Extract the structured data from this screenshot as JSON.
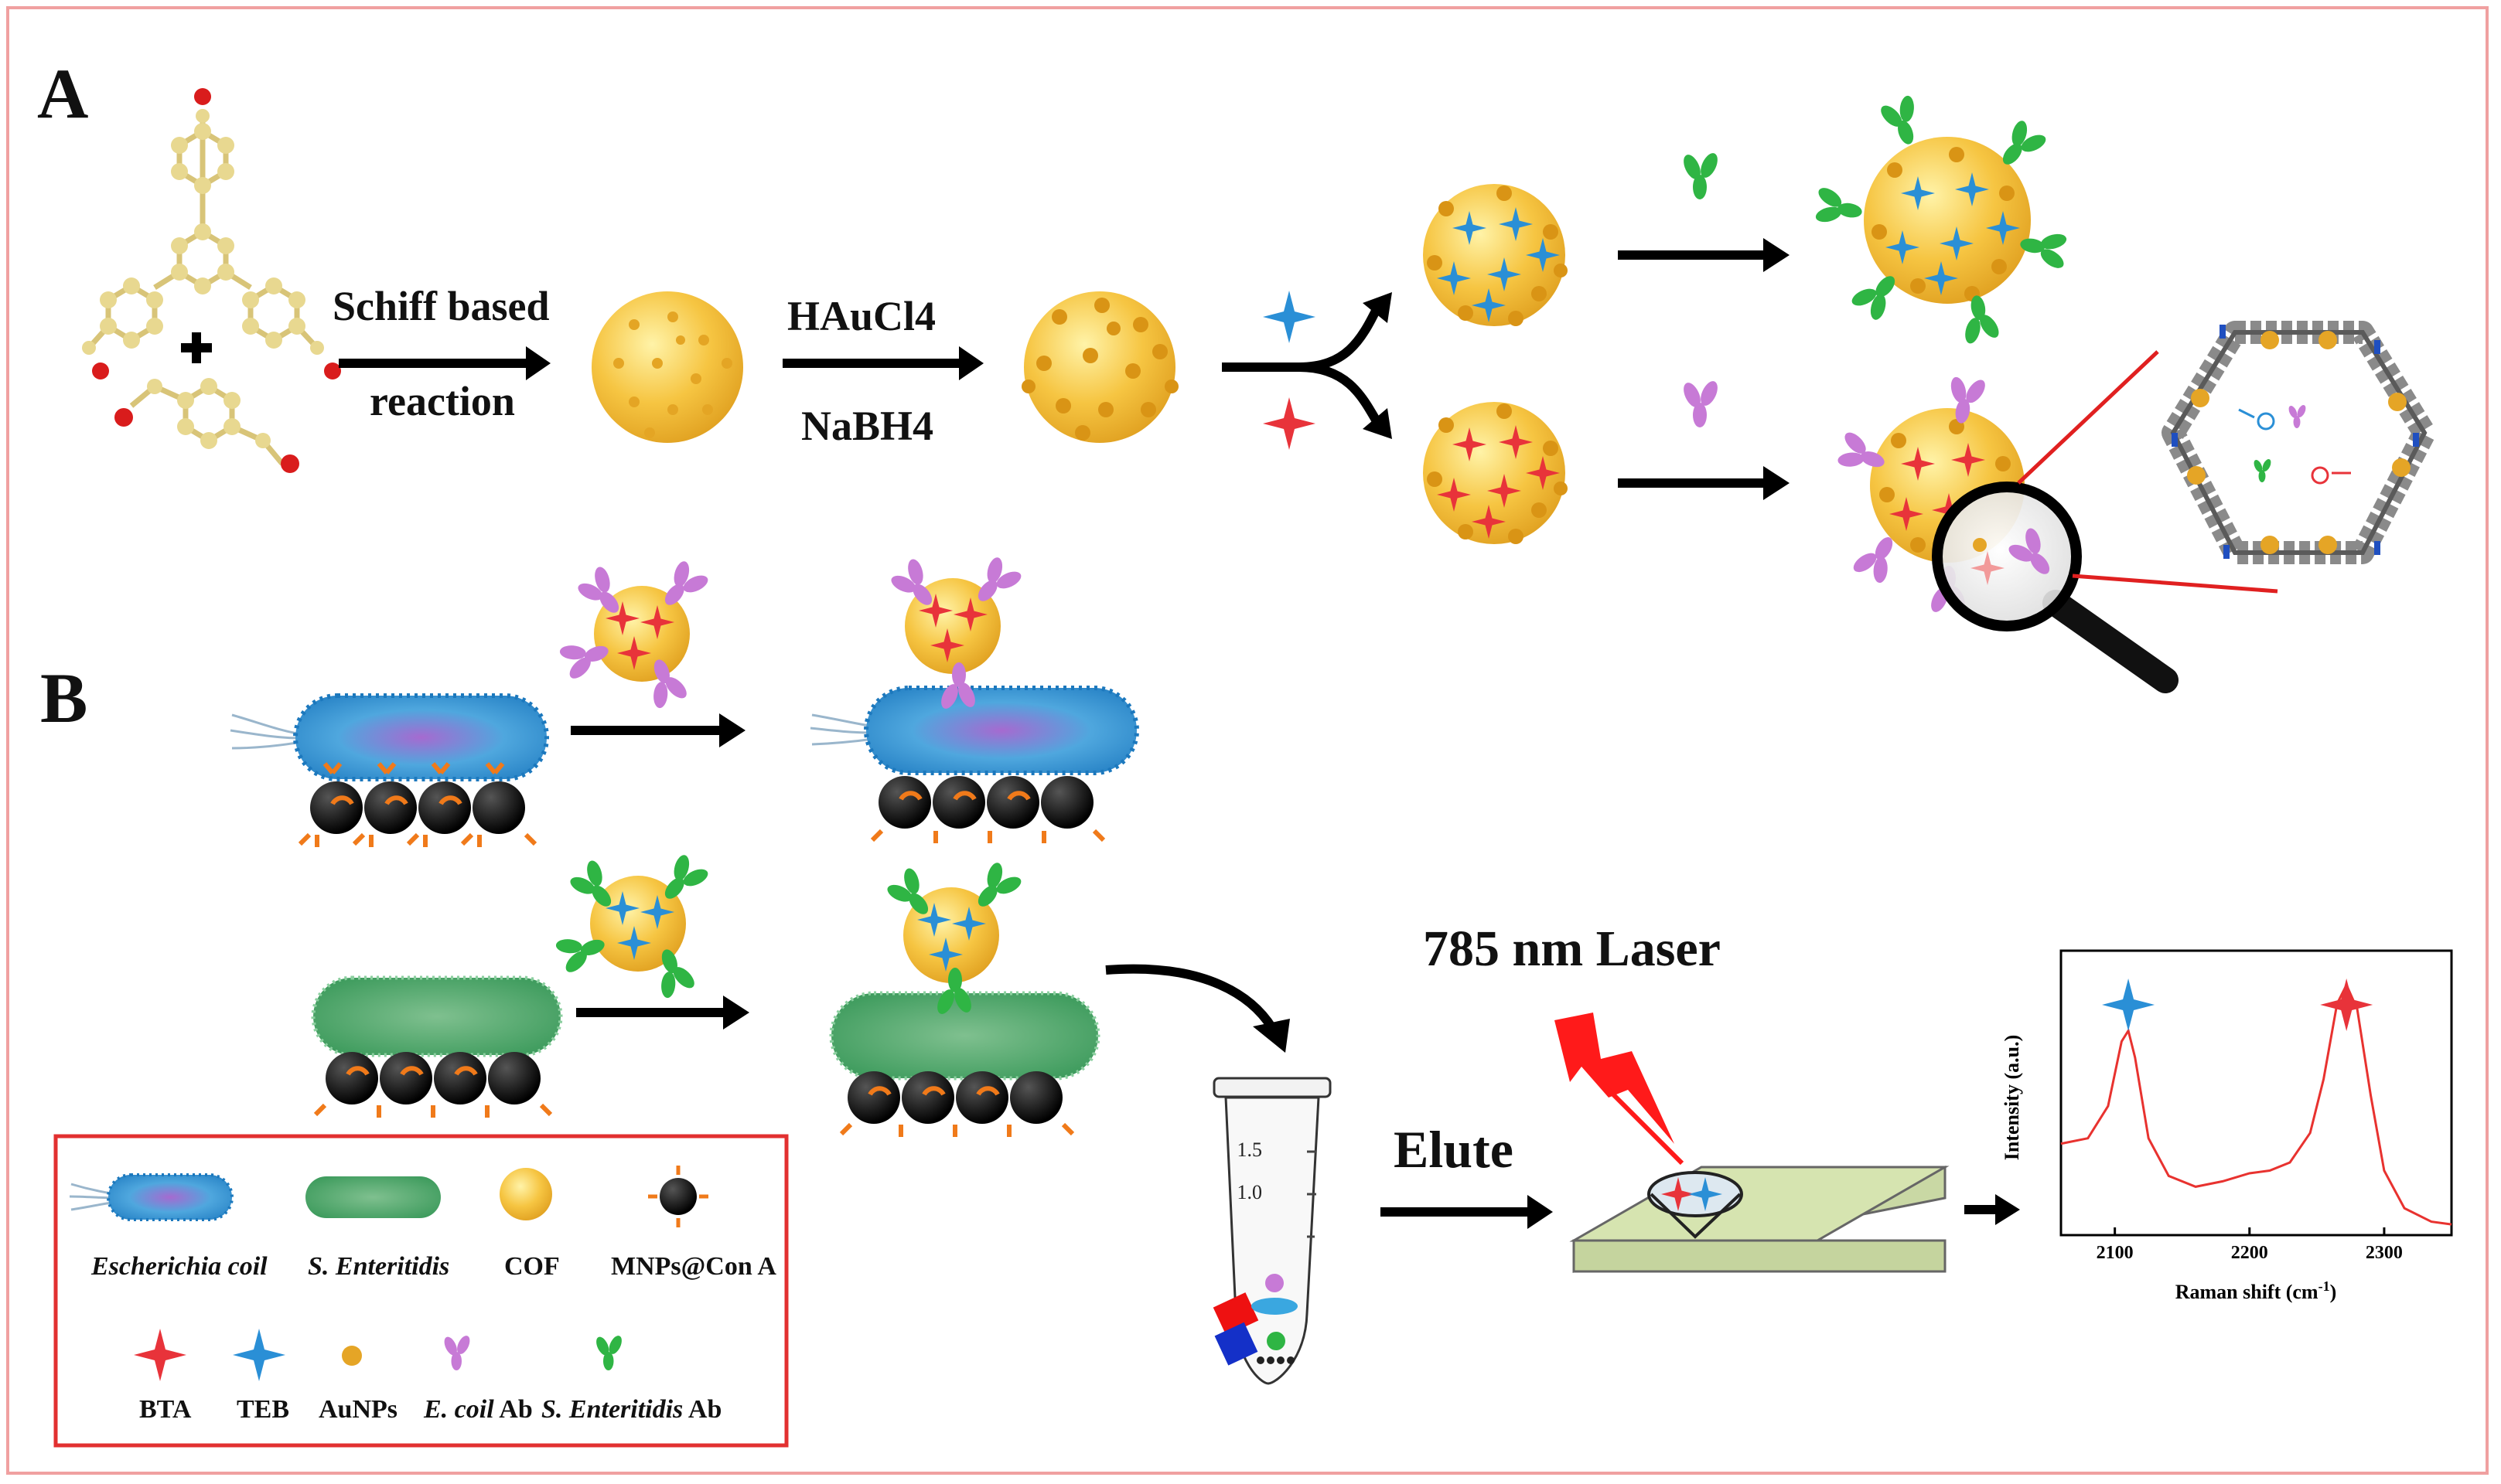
{
  "panels": {
    "a": "A",
    "b": "B"
  },
  "synthesis": {
    "step1_line1": "Schiff based",
    "step1_line2": "reaction",
    "step2_top": "HAuCl4",
    "step2_bottom": "NaBH4"
  },
  "detection": {
    "laser_label": "785 nm Laser",
    "elute_label": "Elute"
  },
  "tube": {
    "mark_1_5": "1.5",
    "mark_1_0": "1.0"
  },
  "spectrum": {
    "ylabel": "Intensity (a.u.)",
    "xlabel": "Raman shift (cm",
    "xlabel_sup": "-1",
    "xlabel_end": ")",
    "ticks": [
      "2100",
      "2200",
      "2300"
    ]
  },
  "chart_data": {
    "type": "line",
    "xlabel": "Raman shift (cm-1)",
    "ylabel": "Intensity (a.u.)",
    "xlim": [
      2060,
      2350
    ],
    "x_ticks": [
      2100,
      2200,
      2300
    ],
    "series": [
      {
        "color": "#e8322f",
        "x": [
          2060,
          2080,
          2095,
          2105,
          2110,
          2115,
          2125,
          2140,
          2160,
          2180,
          2200,
          2215,
          2230,
          2245,
          2255,
          2265,
          2272,
          2280,
          2290,
          2300,
          2315,
          2335,
          2350
        ],
        "y": [
          0.34,
          0.36,
          0.48,
          0.72,
          0.76,
          0.66,
          0.36,
          0.22,
          0.18,
          0.2,
          0.23,
          0.24,
          0.27,
          0.38,
          0.58,
          0.86,
          0.93,
          0.84,
          0.52,
          0.24,
          0.1,
          0.05,
          0.04
        ]
      }
    ],
    "markers": [
      {
        "label": "TEB",
        "x": 2110,
        "color": "#2a8fd6"
      },
      {
        "label": "BTA",
        "x": 2272,
        "color": "#e8333a"
      }
    ]
  },
  "legend": {
    "items": [
      {
        "label": "Escherichia coil",
        "italic": true
      },
      {
        "label": "S. Enteritidis",
        "italic": true
      },
      {
        "label": "COF",
        "italic": false
      },
      {
        "label": "MNPs@Con A",
        "italic": false
      },
      {
        "label": "BTA",
        "italic": false
      },
      {
        "label": "TEB",
        "italic": false
      },
      {
        "label": "AuNPs",
        "italic": false
      }
    ],
    "ecoli_ab_part1": "E. coil",
    "ecoli_ab_part2": " Ab",
    "sent_ab_part1": "S. Enteritidis",
    "sent_ab_part2": " Ab"
  },
  "colors": {
    "bta_star": "#e8333a",
    "teb_star": "#2a8fd6",
    "cof": "#f6c542",
    "aunp": "#e5a526",
    "ecoli_ab": "#c77ad6",
    "sent_ab": "#2fb544",
    "mnp": "#111111",
    "con_a": "#f07a1a",
    "legend_border": "#e23030",
    "laser": "#ff1a1a"
  }
}
